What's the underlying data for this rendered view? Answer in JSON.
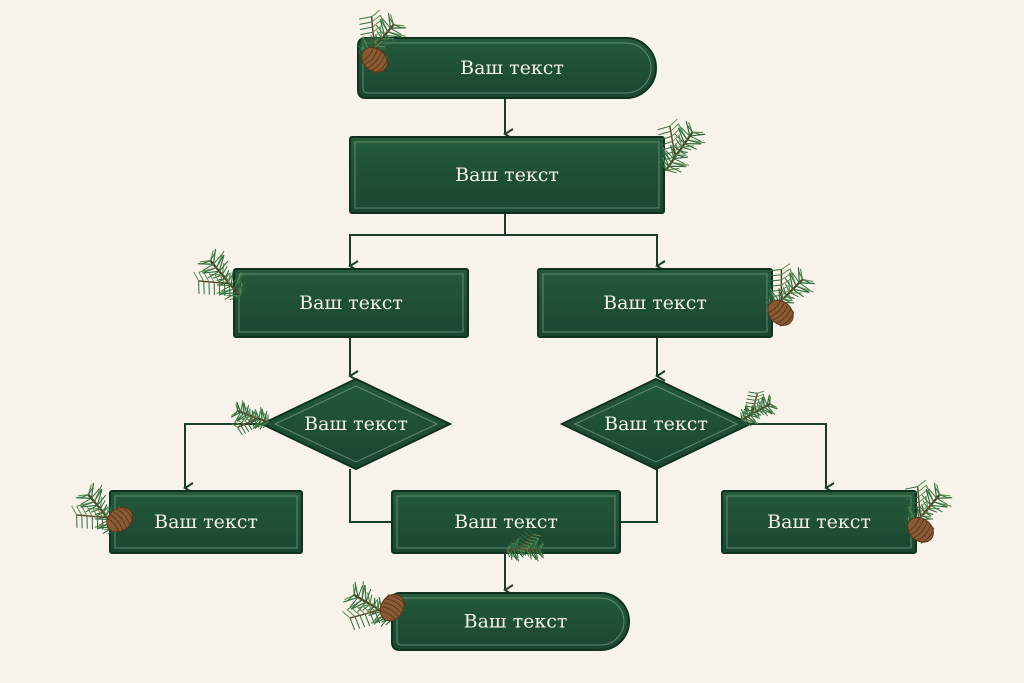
{
  "colors": {
    "background": "#f8f3ea",
    "node_fill": "#1f4d32",
    "node_border": "#0f3220",
    "node_inner_line": "#7aa48a",
    "connector": "#1b3d2a",
    "text": "#f3efe4",
    "pine_needle": "#2f6a3e",
    "pine_needle_light": "#5e8f54",
    "pine_branch": "#5a3b22",
    "pine_cone": "#8a5a33"
  },
  "nodes": [
    {
      "id": "start",
      "shape": "terminal",
      "label": "Ваш текст"
    },
    {
      "id": "step1",
      "shape": "process",
      "label": "Ваш текст"
    },
    {
      "id": "step2-left",
      "shape": "process",
      "label": "Ваш текст"
    },
    {
      "id": "step2-right",
      "shape": "process",
      "label": "Ваш текст"
    },
    {
      "id": "decision-left",
      "shape": "decision",
      "label": "Ваш текст"
    },
    {
      "id": "decision-right",
      "shape": "decision",
      "label": "Ваш текст"
    },
    {
      "id": "outcome-left",
      "shape": "process",
      "label": "Ваш текст"
    },
    {
      "id": "merge",
      "shape": "process",
      "label": "Ваш текст"
    },
    {
      "id": "outcome-right",
      "shape": "process",
      "label": "Ваш текст"
    },
    {
      "id": "end",
      "shape": "terminal",
      "label": "Ваш текст"
    }
  ],
  "edges": [
    {
      "from": "start",
      "to": "step1"
    },
    {
      "from": "step1",
      "to": "step2-left"
    },
    {
      "from": "step1",
      "to": "step2-right"
    },
    {
      "from": "step2-left",
      "to": "decision-left"
    },
    {
      "from": "step2-right",
      "to": "decision-right"
    },
    {
      "from": "decision-left",
      "to": "outcome-left"
    },
    {
      "from": "decision-left",
      "to": "merge"
    },
    {
      "from": "decision-right",
      "to": "merge"
    },
    {
      "from": "decision-right",
      "to": "outcome-right"
    },
    {
      "from": "merge",
      "to": "end"
    }
  ],
  "decorations": [
    {
      "node": "start",
      "type": "pine-branch-with-cone"
    },
    {
      "node": "step1",
      "type": "pine-branch"
    },
    {
      "node": "step2-left",
      "type": "pine-branch"
    },
    {
      "node": "step2-right",
      "type": "pine-branch-with-cone"
    },
    {
      "node": "decision-left",
      "type": "pine-branch"
    },
    {
      "node": "decision-right",
      "type": "pine-branch"
    },
    {
      "node": "outcome-left",
      "type": "pine-branch-with-cone"
    },
    {
      "node": "merge",
      "type": "pine-branch"
    },
    {
      "node": "outcome-right",
      "type": "pine-branch-with-cone"
    },
    {
      "node": "end",
      "type": "pine-branch-with-cone"
    }
  ]
}
